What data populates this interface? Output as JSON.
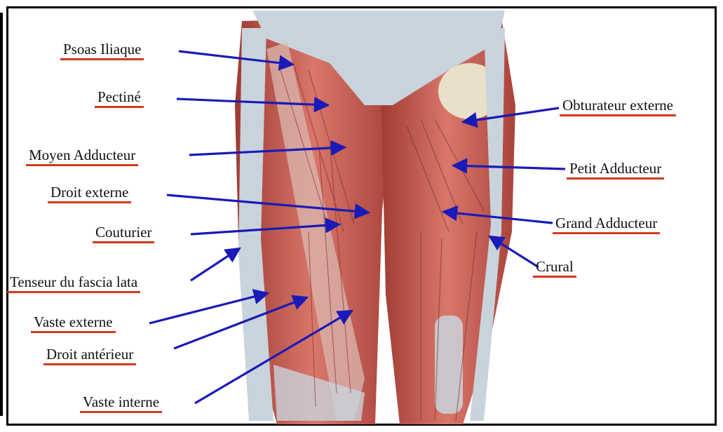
{
  "labels": {
    "psoas_iliaque": "Psoas Iliaque",
    "pectine": "Pectiné",
    "moyen_adducteur": "Moyen Adducteur",
    "droit_externe": "Droit externe",
    "couturier": "Couturier",
    "tenseur": "Tenseur du fascia lata",
    "vaste_externe": "Vaste externe",
    "droit_anterieur": "Droit antérieur",
    "vaste_interne": "Vaste interne",
    "obturateur_externe": "Obturateur externe",
    "petit_adducteur": "Petit Adducteur",
    "grand_adducteur": "Grand Adducteur",
    "crural": "Crural"
  },
  "colors": {
    "arrow": "#1a1ab8",
    "underline": "#d23a1f",
    "muscle": "#b8493e",
    "muscle_light": "#d9776b",
    "tendon": "#c9d3dc",
    "frame": "#000000"
  }
}
